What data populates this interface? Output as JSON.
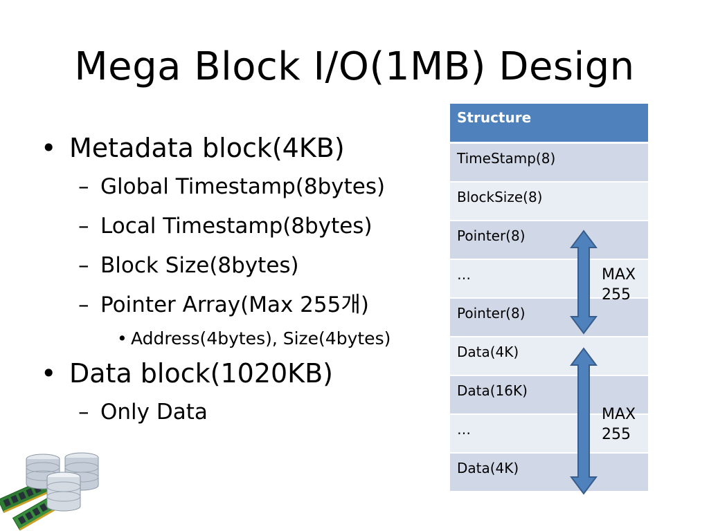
{
  "title": "Mega Block I/O(1MB) Design",
  "bullets": [
    {
      "text": "Metadata block(4KB)",
      "children": [
        {
          "text": "Global Timestamp(8bytes)"
        },
        {
          "text": "Local Timestamp(8bytes)"
        },
        {
          "text": "Block Size(8bytes)"
        },
        {
          "text": "Pointer Array(Max 255개)",
          "children": [
            "Address(4bytes), Size(4bytes)"
          ]
        }
      ]
    },
    {
      "text": "Data block(1020KB)",
      "children": [
        {
          "text": "Only Data"
        }
      ]
    }
  ],
  "table": {
    "header": "Structure",
    "rows": [
      "TimeStamp(8)",
      "BlockSize(8)",
      "Pointer(8)",
      "…",
      "Pointer(8)",
      "Data(4K)",
      "Data(16K)",
      "…",
      "Data(4K)"
    ]
  },
  "annotations": {
    "pointer_range": "MAX\n255",
    "data_range": "MAX\n255"
  },
  "colors": {
    "header": "#4f81bd",
    "row_dark": "#d0d8e8",
    "row_light": "#e9edf4",
    "arrow_fill": "#4f81bd",
    "arrow_stroke": "#385d8a"
  },
  "icons": {
    "logo": "database-memory-icon"
  }
}
